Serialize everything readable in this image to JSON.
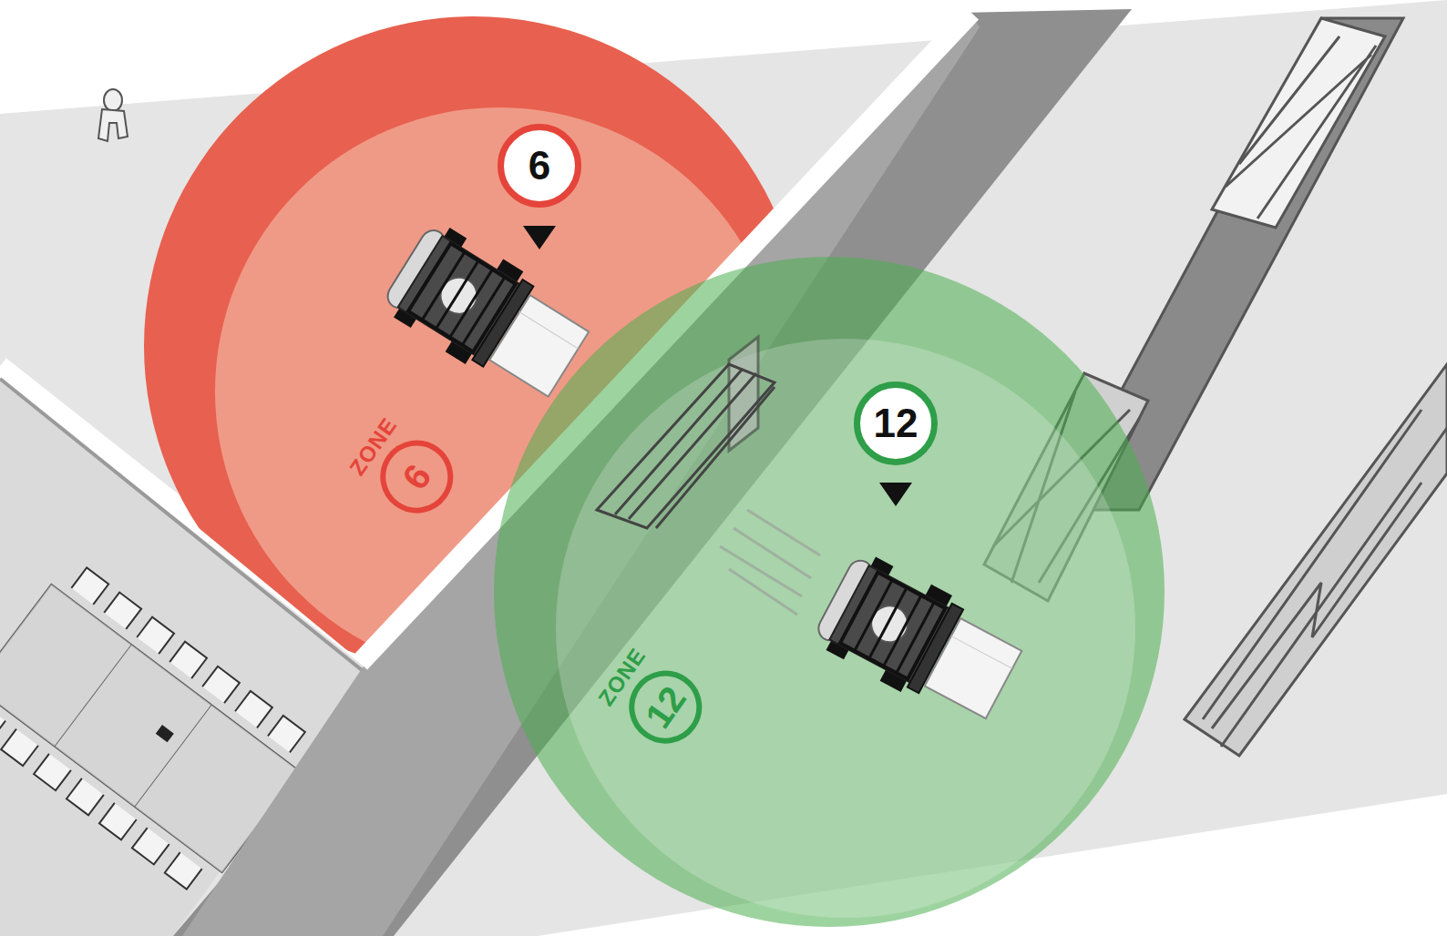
{
  "diagram": {
    "nodes": [
      {
        "text": [
          "6"
        ]
      },
      {
        "text": [
          "ZONE",
          "6"
        ]
      },
      {
        "text": [
          "12"
        ]
      },
      {
        "text": [
          "ZONE",
          "12"
        ]
      }
    ]
  }
}
